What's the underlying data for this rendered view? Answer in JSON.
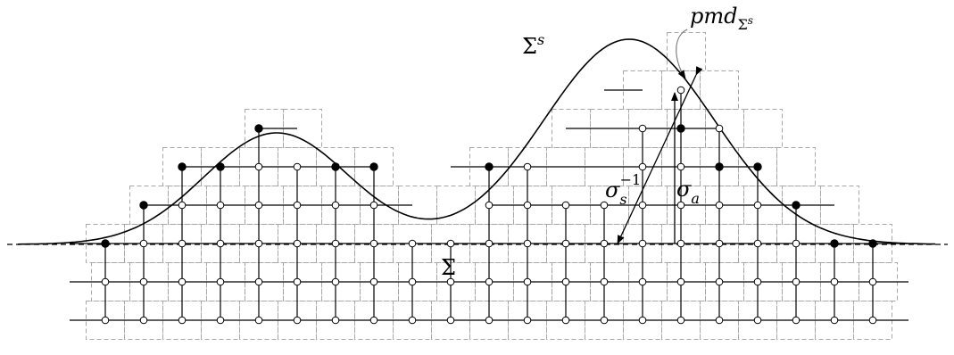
{
  "labels": {
    "sigma": "Σ",
    "sigma_s_base": "Σ",
    "sigma_s_sup": "s",
    "pmd_base": "pmd",
    "pmd_sub_base": "Σ",
    "pmd_sub_sup": "s",
    "sigma_inv_base": "σ",
    "sigma_inv_sub": "s",
    "sigma_inv_sup": "−1",
    "sigma_a_base": "σ",
    "sigma_a_sub": "a"
  },
  "colors": {
    "line": "#000000",
    "grid": "#a8a8a8",
    "filled_node": "#000000",
    "open_node_fill": "#ffffff"
  }
}
